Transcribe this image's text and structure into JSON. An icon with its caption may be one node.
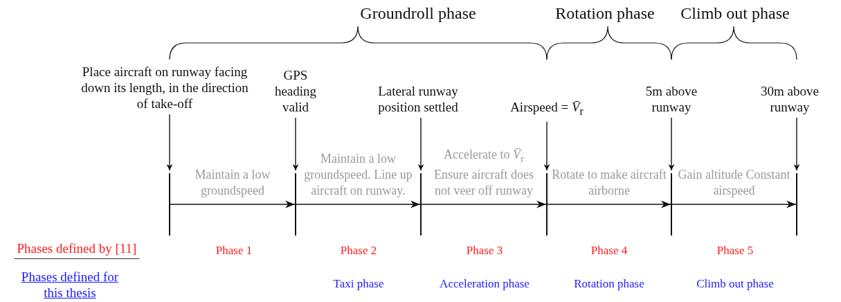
{
  "diagram": {
    "nodes": [
      {
        "text": [
          "Place aircraft on runway facing down its length, in the direction of take-off"
        ]
      },
      {
        "text": [
          "GPS heading valid"
        ]
      },
      {
        "text": [
          "Lateral runway position settled"
        ]
      },
      {
        "text": [
          "Airspeed = *V̄*$_{r}$"
        ]
      },
      {
        "text": [
          "5m above runway"
        ]
      },
      {
        "text": [
          "30m above runway"
        ]
      },
      {
        "text": [],
        "shape": "bar"
      },
      {
        "text": [],
        "shape": "bar"
      },
      {
        "text": [],
        "shape": "bar"
      },
      {
        "text": [],
        "shape": "bar"
      },
      {
        "text": [],
        "shape": "bar"
      },
      {
        "text": [],
        "shape": "bar"
      }
    ],
    "edges": [
      {
        "from": 0,
        "to": 6,
        "arrow": "to"
      },
      {
        "from": 1,
        "to": 7,
        "arrow": "to"
      },
      {
        "from": 2,
        "to": 8,
        "arrow": "to"
      },
      {
        "from": 3,
        "to": 9,
        "arrow": "to"
      },
      {
        "from": 4,
        "to": 10,
        "arrow": "to"
      },
      {
        "from": 5,
        "to": 11,
        "arrow": "to"
      },
      {
        "from": 6,
        "to": 7,
        "arrow": "to",
        "label": "Maintain a low groundspeed"
      },
      {
        "from": 7,
        "to": 8,
        "arrow": "to",
        "label": "Maintain a low groundspeed. Line up aircraft on runway."
      },
      {
        "from": 8,
        "to": 9,
        "arrow": "to",
        "label": "Accelerate to *V̄*$_{r}$ Ensure aircraft does not veer off runway"
      },
      {
        "from": 9,
        "to": 10,
        "arrow": "to",
        "label": "Rotate to make aircraft airborne"
      },
      {
        "from": 10,
        "to": 11,
        "arrow": "to",
        "label": "Gain altitude Constant airspeed"
      }
    ],
    "labels": [
      "Groundroll phase",
      "Rotation phase",
      "Climb out phase",
      "Phases defined by [11]",
      "Phase 1",
      "Phase 2",
      "Phase 3",
      "Phase 4",
      "Phase 5",
      "Phases defined for this thesis",
      "Taxi phase",
      "Acceleration phase",
      "Rotation phase",
      "Climb out phase"
    ]
  }
}
